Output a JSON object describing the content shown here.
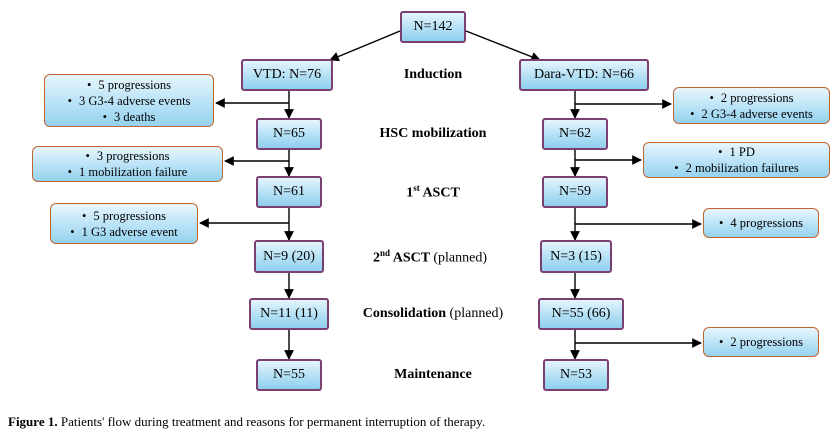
{
  "top_node": "N=142",
  "left_column": [
    "VTD: N=76",
    "N=65",
    "N=61",
    "N=9 (20)",
    "N=11 (11)",
    "N=55"
  ],
  "right_column": [
    "Dara-VTD: N=66",
    "N=62",
    "N=59",
    "N=3 (15)",
    "N=55 (66)",
    "N=53"
  ],
  "stages": [
    {
      "label": "Induction",
      "sup": "",
      "suffix": "",
      "note": ""
    },
    {
      "label": "HSC mobilization",
      "sup": "",
      "suffix": "",
      "note": ""
    },
    {
      "label": "1",
      "sup": "st",
      "suffix": " ASCT",
      "note": ""
    },
    {
      "label": "2",
      "sup": "nd",
      "suffix": " ASCT",
      "note": "(planned)"
    },
    {
      "label": "Consolidation",
      "sup": "",
      "suffix": "",
      "note": "(planned)"
    },
    {
      "label": "Maintenance",
      "sup": "",
      "suffix": "",
      "note": ""
    }
  ],
  "left_reasons": [
    [
      "5 progressions",
      "3 G3-4 adverse events",
      "3 deaths"
    ],
    [
      "3 progressions",
      "1 mobilization failure"
    ],
    [
      "5 progressions",
      "1 G3 adverse event"
    ]
  ],
  "right_reasons": [
    [
      "2 progressions",
      "2 G3-4 adverse events"
    ],
    [
      "1 PD",
      "2 mobilization failures"
    ],
    [
      "4 progressions"
    ],
    [
      "2 progressions"
    ]
  ],
  "caption": {
    "label": "Figure 1.",
    "text": " Patients' flow during treatment and reasons for permanent interruption of therapy."
  },
  "colors": {
    "node_border": "#7b3f72",
    "reason_border": "#c0652f",
    "node_fill": "#b3e0f5",
    "arrow": "#000000"
  }
}
